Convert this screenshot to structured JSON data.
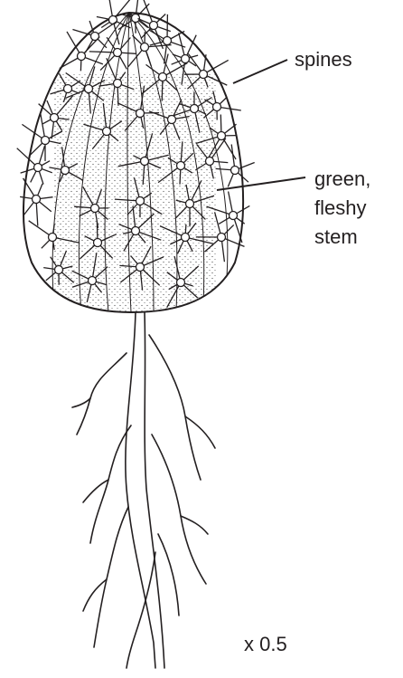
{
  "labels": {
    "spines": "spines",
    "stem_line1": "green,",
    "stem_line2": "fleshy",
    "stem_line3": "stem",
    "scale": "x 0.5"
  },
  "colors": {
    "ink": "#231f20",
    "stipple": "#4a4a4a",
    "background": "#ffffff"
  }
}
